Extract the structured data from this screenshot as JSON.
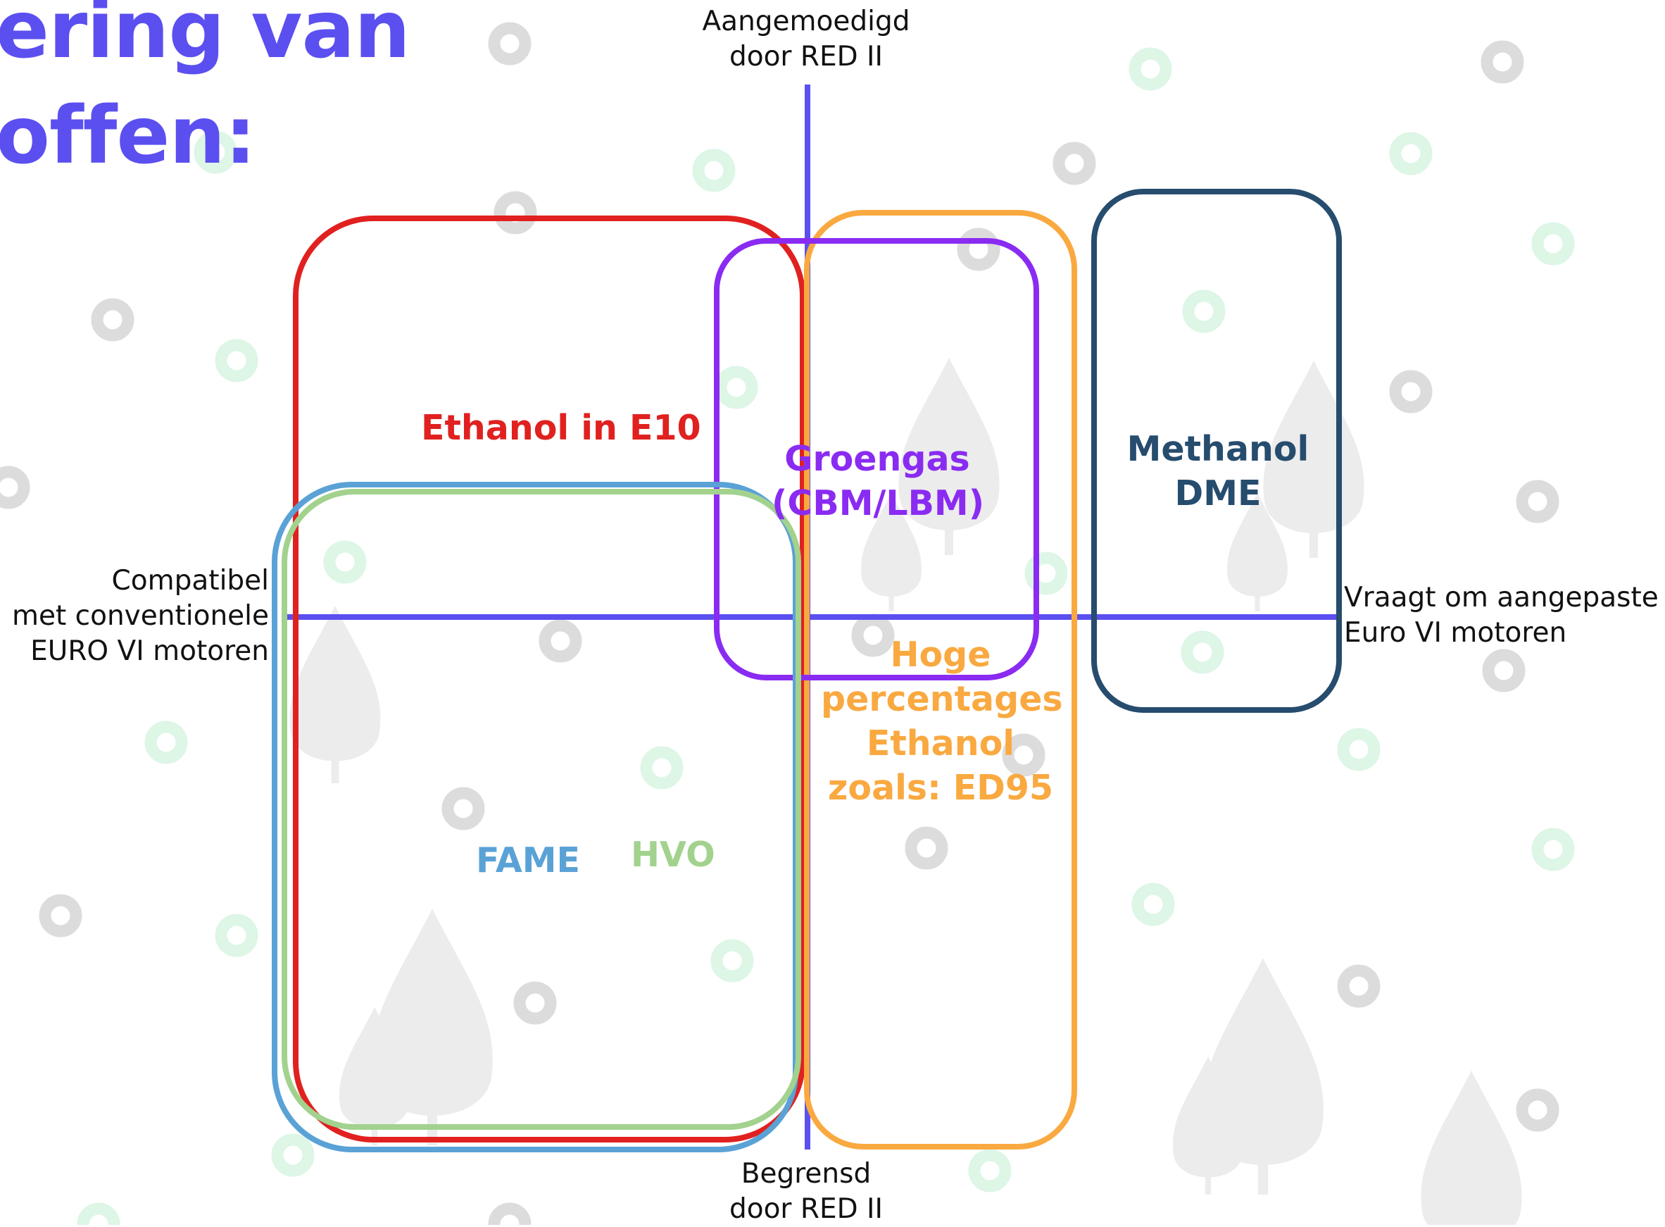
{
  "title": {
    "line1": "ering van",
    "line2": "offen:"
  },
  "axis_labels": {
    "top": [
      "Aangemoedigd",
      "door RED II"
    ],
    "bottom": [
      "Begrensd",
      "door RED II"
    ],
    "left": [
      "Compatibel",
      "met conventionele",
      "EURO VI motoren"
    ],
    "right": [
      "Vraagt om aangepaste",
      "Euro VI motoren"
    ]
  },
  "groups": {
    "ethanol_e10": {
      "label": "Ethanol in E10",
      "color": "#e0211f"
    },
    "groengas": {
      "lines": [
        "Groengas",
        "(CBM/LBM)"
      ],
      "color": "#8a2bf2"
    },
    "methanol_dme": {
      "lines": [
        "Methanol",
        "DME"
      ],
      "color": "#264c6e"
    },
    "hoge_ethanol": {
      "lines": [
        "Hoge",
        "percentages",
        "Ethanol",
        "zoals: ED95"
      ],
      "color": "#f9a940"
    },
    "fame": {
      "label": "FAME",
      "color": "#5aa2d6"
    },
    "hvo": {
      "label": "HVO",
      "color": "#a2d28e"
    }
  },
  "colors": {
    "axis": "#5b4ff0",
    "title": "#5b4ff0",
    "background_ring_grey": "#dcdcdc",
    "background_ring_green": "#ddf6e6",
    "background_tree": "#ececec"
  }
}
